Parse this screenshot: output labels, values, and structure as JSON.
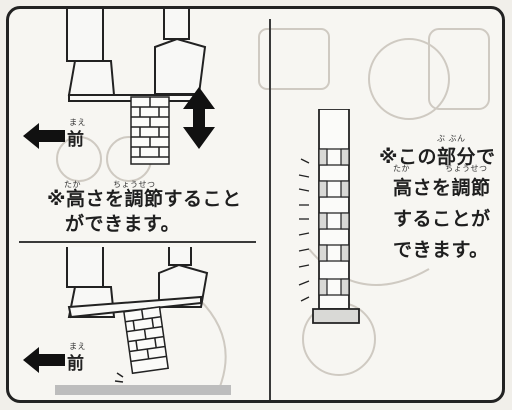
{
  "left_top": {
    "front_label": "前",
    "front_ruby": "まえ",
    "note_line1": "※高さを調節すること",
    "note_line2": "ができます。",
    "ruby_taka": "たか",
    "ruby_chousetsu": "ちょうせつ"
  },
  "left_bottom": {
    "front_label": "前",
    "front_ruby": "まえ"
  },
  "right": {
    "note_line1": "※この部分で",
    "note_line2": "高さを調節",
    "note_line3": "することが",
    "note_line4": "できます。",
    "ruby_bubun": "ぶ ぶん",
    "ruby_taka": "たか",
    "ruby_chousetsu": "ちょうせつ"
  },
  "colors": {
    "ink": "#222222",
    "panel_bg": "#f7f6f2",
    "floor_gray": "#bdbdbd"
  },
  "icons": [
    "left-arrow-icon",
    "double-arrow-icon",
    "adjuster-icon"
  ]
}
